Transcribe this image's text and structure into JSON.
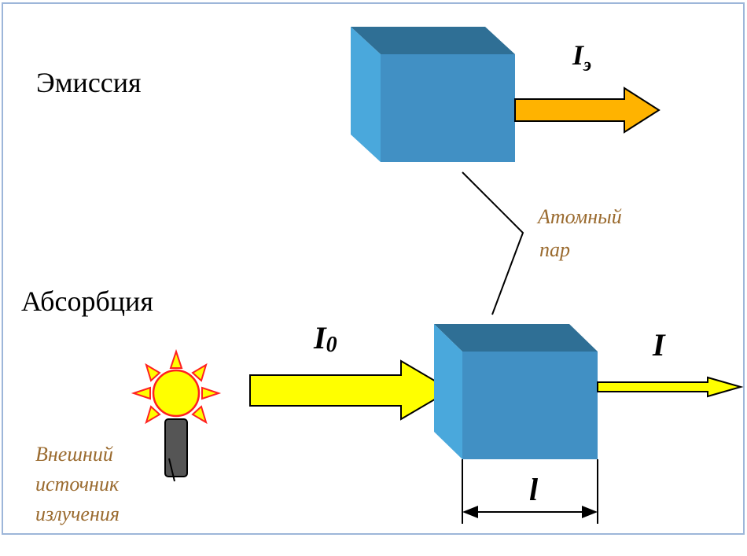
{
  "labels": {
    "emission": "Эмиссия",
    "absorption": "Абсорбция",
    "vapor_line1": "Атомный",
    "vapor_line2": "пар",
    "source_line1": "Внешний",
    "source_line2": "источник",
    "source_line3": "излучения"
  },
  "symbols": {
    "emission_intensity_main": "I",
    "emission_intensity_sub": "э",
    "incident_intensity_main": "I",
    "incident_intensity_sub": "0",
    "transmitted_intensity": "I",
    "path_length": "l"
  },
  "colors": {
    "frame": "#9db6d9",
    "cube_front": "#4190c4",
    "cube_top": "#2f6f95",
    "cube_side": "#4aa8dc",
    "emission_arrow": "#ffb300",
    "incident_arrow": "#ffff00",
    "sun_fill": "#ffff00",
    "sun_ray": "#ff2020",
    "lamp_body": "#555555",
    "italic_text": "#9a6a2e"
  }
}
